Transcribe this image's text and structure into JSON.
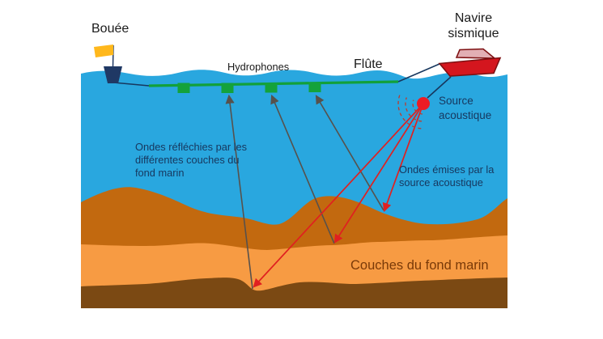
{
  "diagram": {
    "title_context": "Marine seismic survey schematic",
    "labels": {
      "buoy": "Bouée",
      "vessel_line1": "Navire",
      "vessel_line2": "sismique",
      "hydrophones": "Hydrophones",
      "streamer": "Flûte",
      "source_line1": "Source",
      "source_line2": "acoustique",
      "reflected_line1": "Ondes réfléchies par les",
      "reflected_line2": "différentes couches du",
      "reflected_line3": "fond marin",
      "emitted_line1": "Ondes émises par la",
      "emitted_line2": "source acoustique",
      "seabed": "Couches du fond marin"
    },
    "colors": {
      "water": "#29A7DF",
      "seabed_layer1": "#C2690F",
      "seabed_layer2": "#F79B43",
      "seabed_layer3": "#7B4913",
      "ship_hull": "#D4161E",
      "ship_outline": "#7E1012",
      "ship_cabin": "#E2AFB4",
      "buoy_body": "#1F3864",
      "flag_yellow": "#FFB81C",
      "streamer_green": "#12A03A",
      "hydrophone_green": "#14A23B",
      "ray_red": "#E02020",
      "source_red": "#EC1C24",
      "wavefront_red": "#C0392B",
      "ray_gray": "#57514C",
      "towline_navy": "#17375E",
      "label_dark": "#1A1A1A",
      "label_navy": "#17375E",
      "label_brown": "#7A3A08"
    }
  }
}
